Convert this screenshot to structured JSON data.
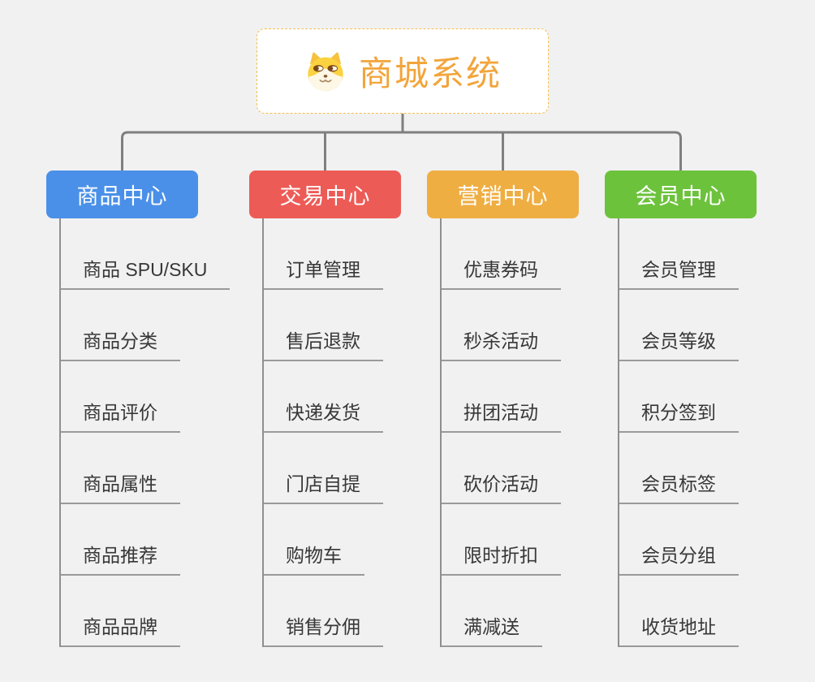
{
  "root": {
    "title": "商城系统",
    "icon": "shiba-dog-icon",
    "title_color": "#F2A53B",
    "border_color": "#F6BE4F"
  },
  "branches": [
    {
      "label": "商品中心",
      "color": "#4A90E8",
      "items": [
        "商品 SPU/SKU",
        "商品分类",
        "商品评价",
        "商品属性",
        "商品推荐",
        "商品品牌"
      ]
    },
    {
      "label": "交易中心",
      "color": "#ED5B56",
      "items": [
        "订单管理",
        "售后退款",
        "快递发货",
        "门店自提",
        "购物车",
        "销售分佣"
      ]
    },
    {
      "label": "营销中心",
      "color": "#EFAE42",
      "items": [
        "优惠券码",
        "秒杀活动",
        "拼团活动",
        "砍价活动",
        "限时折扣",
        "满减送"
      ]
    },
    {
      "label": "会员中心",
      "color": "#6DC23C",
      "items": [
        "会员管理",
        "会员等级",
        "积分签到",
        "会员标签",
        "会员分组",
        "收货地址"
      ]
    }
  ],
  "colors": {
    "background": "#F1F1F1",
    "connector": "#7F7F7F",
    "underline": "#9A9A9A",
    "item_text": "#373737"
  }
}
